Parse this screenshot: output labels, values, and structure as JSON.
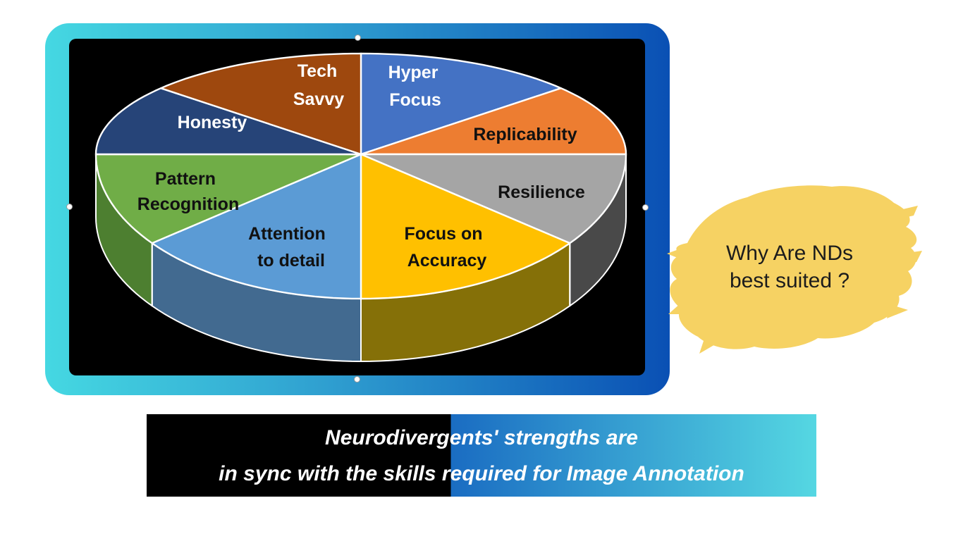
{
  "page": {
    "background": "#ffffff"
  },
  "tablet": {
    "frame_gradient_left": "#45d8e2",
    "frame_gradient_right": "#0a50b4",
    "screen_color": "#000000"
  },
  "chart_data": {
    "type": "pie",
    "style": "3d",
    "title": "",
    "legend": "none",
    "categories": [
      "Hyper Focus",
      "Replicability",
      "Resilience",
      "Focus on Accuracy",
      "Attention to detail",
      "Pattern Recognition",
      "Honesty",
      "Tech Savvy"
    ],
    "values": [
      12.5,
      12.5,
      12.5,
      12.5,
      12.5,
      12.5,
      12.5,
      12.5
    ],
    "colors": [
      "#4472C4",
      "#ED7D31",
      "#A5A5A5",
      "#FFC000",
      "#5B9BD5",
      "#70AD47",
      "#264478",
      "#9E480E"
    ],
    "side_colors": [
      "#2c4a80",
      "#b05a1e",
      "#494949",
      "#857008",
      "#426a90",
      "#4d7f30",
      "#16294a",
      "#6e3009"
    ],
    "label_lines": [
      [
        "Hyper",
        "Focus"
      ],
      [
        "Replicability"
      ],
      [
        "Resilience"
      ],
      [
        "Focus on",
        "Accuracy"
      ],
      [
        "Attention",
        "to detail"
      ],
      [
        "Pattern",
        "Recognition"
      ],
      [
        "Honesty"
      ],
      [
        "Tech",
        "Savvy"
      ]
    ],
    "label_colors": [
      "#ffffff",
      "#111111",
      "#111111",
      "#111111",
      "#111111",
      "#111111",
      "#ffffff",
      "#ffffff"
    ],
    "divider_color": "#ffffff"
  },
  "callout": {
    "line1": "Why Are NDs",
    "line2": "best suited ?",
    "splash_color": "#F6D263",
    "text_color": "#1c1c1c"
  },
  "banner": {
    "line1": "Neurodivergents' strengths are",
    "line2": "in sync with the skills required for Image Annotation",
    "left_color": "#000000",
    "gradient_start": "#1a6cc2",
    "gradient_end": "#55d7e2",
    "text_color": "#ffffff"
  }
}
